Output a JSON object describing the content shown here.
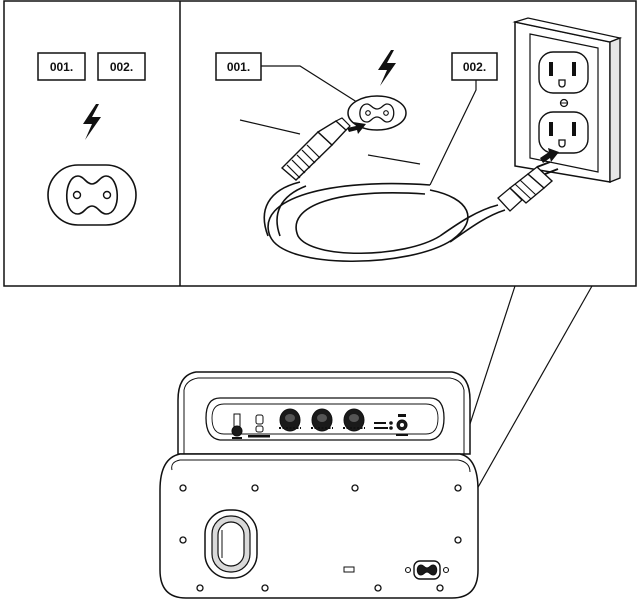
{
  "labels": {
    "left_001": "001.",
    "left_002": "002.",
    "main_001": "001.",
    "main_002": "002."
  },
  "icons": {
    "power": "lightning-bolt-icon",
    "inlet": "figure-8-socket-icon",
    "outlet": "us-duplex-outlet-icon"
  },
  "colors": {
    "stroke": "#111111",
    "background": "#ffffff"
  }
}
